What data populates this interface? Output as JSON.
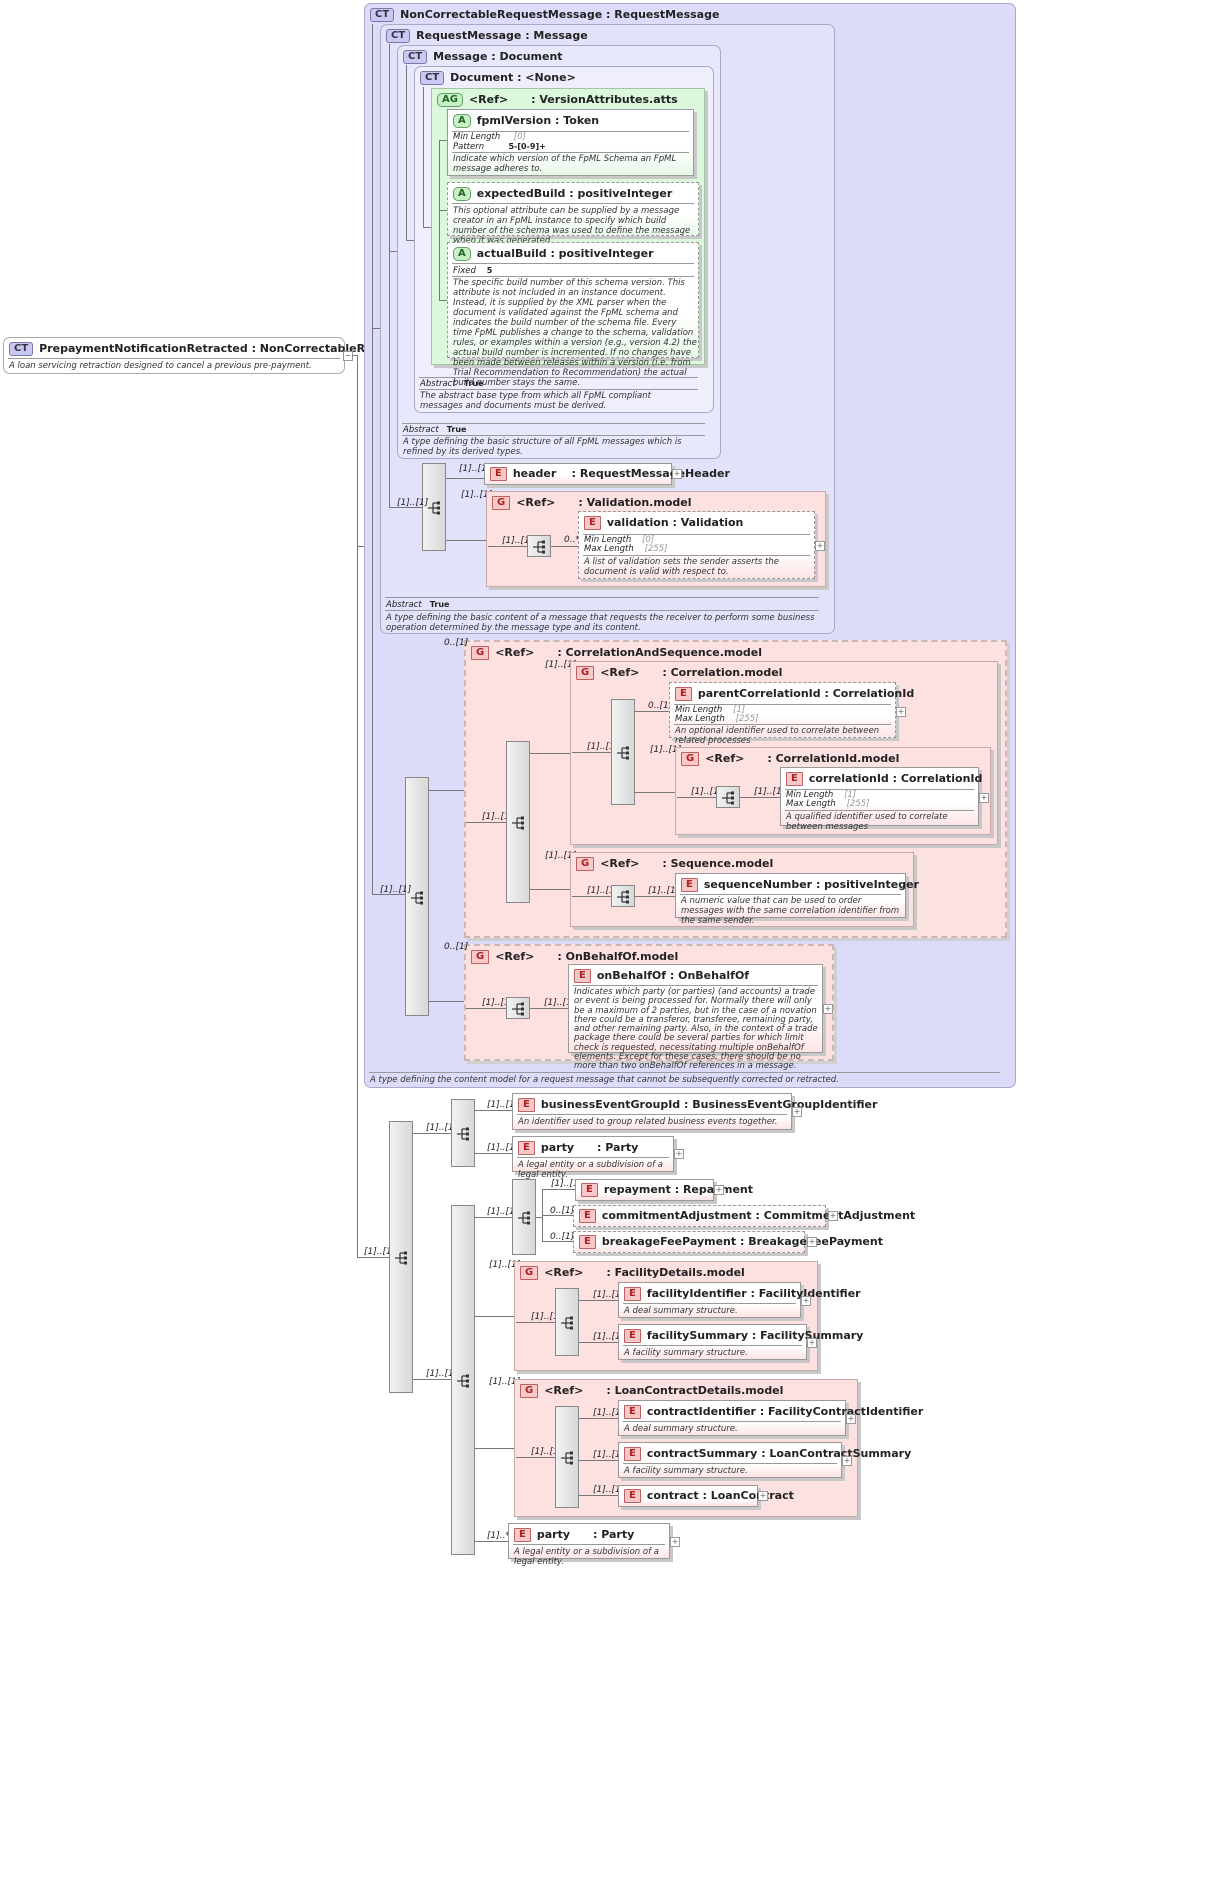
{
  "root": {
    "tag": "CT",
    "name": "PrepaymentNotificationRetracted",
    "type": ": NonCorrectableRequestMessage",
    "desc": "A loan servicing retraction designed to cancel a previous pre-payment."
  },
  "ncrm": {
    "tag": "CT",
    "name": "NonCorrectableRequestMessage",
    "type": ": RequestMessage",
    "desc": "A type defining the content model for a request message that cannot be subsequently corrected or retracted."
  },
  "rm": {
    "tag": "CT",
    "name": "RequestMessage",
    "type": ": Message",
    "abstract_label": "Abstract",
    "abstract_value": "True",
    "desc": "A type defining the basic content of a message that requests the receiver to perform some business operation determined by the message type and its content."
  },
  "msg": {
    "tag": "CT",
    "name": "Message",
    "type": ": Document",
    "abstract_label": "Abstract",
    "abstract_value": "True",
    "desc": "A type defining the basic structure of all FpML messages which is refined by its derived types."
  },
  "doc": {
    "tag": "CT",
    "name": "Document",
    "type": ": <None>",
    "abstract_label": "Abstract",
    "abstract_value": "True",
    "desc": "The abstract base type from which all FpML compliant messages and documents must be derived."
  },
  "va": {
    "tag": "AG",
    "ref": "<Ref>",
    "type": ": VersionAttributes.atts"
  },
  "fpml": {
    "tag": "A",
    "name": "fpmlVersion",
    "type": ": Token",
    "minlen_label": "Min Length",
    "minlen_value": "[0]",
    "pattern_label": "Pattern",
    "pattern_value": "5-[0-9]+",
    "desc": "Indicate which version of the FpML Schema an FpML message adheres to."
  },
  "eb": {
    "tag": "A",
    "name": "expectedBuild",
    "type": ": positiveInteger",
    "desc": "This optional attribute can be supplied by a message creator in an FpML instance to specify which build number of the schema was used to define the message when it was generated."
  },
  "ab": {
    "tag": "A",
    "name": "actualBuild",
    "type": ": positiveInteger",
    "fixed_label": "Fixed",
    "fixed_value": "5",
    "desc": "The specific build number of this schema version. This attribute is not included in an instance document. Instead, it is supplied by the XML parser when the document is validated against the FpML schema and indicates the build number of the schema file. Every time FpML publishes a change to the schema, validation rules, or examples within a version (e.g., version 4.2) the actual build number is incremented. If no changes have been made between releases within a version (i.e. from Trial Recommendation to Recommendation) the actual build number stays the same."
  },
  "header": {
    "tag": "E",
    "name": "header",
    "type": ": RequestMessageHeader",
    "card": "[1]..[1]"
  },
  "valmodel": {
    "tag": "G",
    "ref": "<Ref>",
    "type": ": Validation.model",
    "card": "[1]..[1]"
  },
  "validation": {
    "tag": "E",
    "name": "validation",
    "type": ": Validation",
    "minlen_label": "Min Length",
    "minlen_value": "[0]",
    "maxlen_label": "Max Length",
    "maxlen_value": "[255]",
    "desc": "A list of validation sets the sender asserts the document is valid with respect to.",
    "card": "0..*"
  },
  "cs": {
    "tag": "G",
    "ref": "<Ref>",
    "type": ": CorrelationAndSequence.model",
    "card": "0..[1]"
  },
  "corr": {
    "tag": "G",
    "ref": "<Ref>",
    "type": ": Correlation.model",
    "card": "[1]..[1]"
  },
  "pcid": {
    "tag": "E",
    "name": "parentCorrelationId",
    "type": ": CorrelationId",
    "minlen_label": "Min Length",
    "minlen_value": "[1]",
    "maxlen_label": "Max Length",
    "maxlen_value": "[255]",
    "desc": "An optional identifier used to correlate between related processes",
    "card": "0..[1]"
  },
  "cidm": {
    "tag": "G",
    "ref": "<Ref>",
    "type": ": CorrelationId.model",
    "card": "[1]..[1]"
  },
  "cid": {
    "tag": "E",
    "name": "correlationId",
    "type": ": CorrelationId",
    "minlen_label": "Min Length",
    "minlen_value": "[1]",
    "maxlen_label": "Max Length",
    "maxlen_value": "[255]",
    "desc": "A qualified identifier used to correlate between messages",
    "card": "[1]..[1]"
  },
  "seqm": {
    "tag": "G",
    "ref": "<Ref>",
    "type": ": Sequence.model",
    "card": "[1]..[1]"
  },
  "sn": {
    "tag": "E",
    "name": "sequenceNumber",
    "type": ": positiveInteger",
    "desc": "A numeric value that can be used to order messages with the same correlation identifier from the same sender.",
    "card": "[1]..[1]"
  },
  "obo": {
    "tag": "G",
    "ref": "<Ref>",
    "type": ": OnBehalfOf.model",
    "card": "0..[1]"
  },
  "obe": {
    "tag": "E",
    "name": "onBehalfOf",
    "type": ": OnBehalfOf",
    "desc": "Indicates which party (or parties) (and accounts) a trade or event is being processed for. Normally there will only be a maximum of 2 parties, but in the case of a novation there could be a transferor, transferee, remaining party, and other remaining party. Also, in the context of a trade package there could be several parties for which limit check is requested, necessitating multiple onBehalfOf elements. Except for these cases, there should be no more than two onBehalfOf references in a message.",
    "card": "[1]..[1]"
  },
  "card_common": "[1]..[1]",
  "card_zero_one": "0..[1]",
  "card_one_many": "[1]..*",
  "begi": {
    "tag": "E",
    "name": "businessEventGroupId",
    "type": ": BusinessEventGroupIdentifier",
    "desc": "An identifier used to group related business events together."
  },
  "party1": {
    "tag": "E",
    "name": "party",
    "type": ": Party",
    "desc": "A legal entity or a subdivision of a legal entity."
  },
  "repay": {
    "tag": "E",
    "name": "repayment",
    "type": ": Repayment"
  },
  "commit": {
    "tag": "E",
    "name": "commitmentAdjustment",
    "type": ": CommitmentAdjustment"
  },
  "breakage": {
    "tag": "E",
    "name": "breakageFeePayment",
    "type": ": BreakageFeePayment"
  },
  "fdm": {
    "tag": "G",
    "ref": "<Ref>",
    "type": ": FacilityDetails.model"
  },
  "fid": {
    "tag": "E",
    "name": "facilityIdentifier",
    "type": ": FacilityIdentifier",
    "desc": "A deal summary structure."
  },
  "fsum": {
    "tag": "E",
    "name": "facilitySummary",
    "type": ": FacilitySummary",
    "desc": "A facility summary structure."
  },
  "lcdm": {
    "tag": "G",
    "ref": "<Ref>",
    "type": ": LoanContractDetails.model"
  },
  "cident": {
    "tag": "E",
    "name": "contractIdentifier",
    "type": ": FacilityContractIdentifier",
    "desc": "A deal summary structure."
  },
  "csum": {
    "tag": "E",
    "name": "contractSummary",
    "type": ": LoanContractSummary",
    "desc": "A facility summary structure."
  },
  "contract": {
    "tag": "E",
    "name": "contract",
    "type": ": LoanContract"
  },
  "party2": {
    "tag": "E",
    "name": "party",
    "type": ": Party",
    "desc": "A legal entity or a subdivision of a legal entity."
  },
  "plus_sign": "+",
  "minus_sign": "−"
}
